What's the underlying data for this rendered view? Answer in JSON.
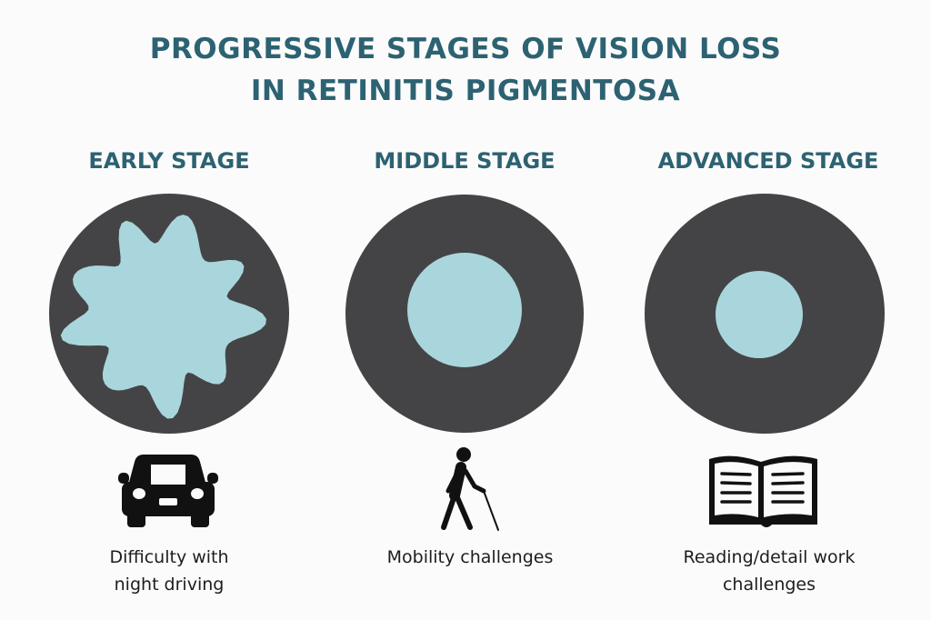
{
  "title": {
    "line1": "PROGRESSIVE STAGES OF VISION LOSS",
    "line2": "IN RETINITIS PIGMENTOSA"
  },
  "colors": {
    "title": "#2c6272",
    "ring": "#444446",
    "vision": "#a9d6dc",
    "icon": "#111111"
  },
  "stages": [
    {
      "label": "EARLY STAGE",
      "icon": "car-icon",
      "caption_line1": "Difficulty with",
      "caption_line2": "night driving"
    },
    {
      "label": "MIDDLE STAGE",
      "icon": "walking-cane-icon",
      "caption_line1": "Mobility challenges",
      "caption_line2": ""
    },
    {
      "label": "ADVANCED STAGE",
      "icon": "open-book-icon",
      "caption_line1": "Reading/detail work",
      "caption_line2": "challenges"
    }
  ]
}
